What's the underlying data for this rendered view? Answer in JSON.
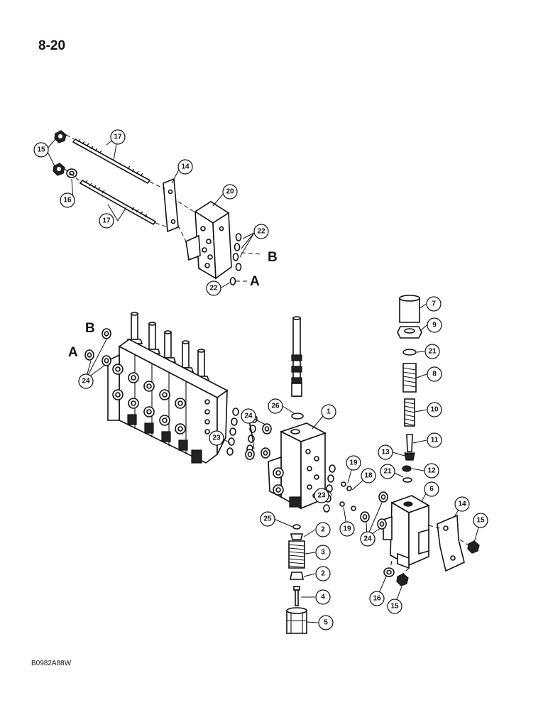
{
  "page_number": "8-20",
  "figure_code": "B0982A88W",
  "letters": {
    "a": "A",
    "b": "B"
  },
  "callouts": {
    "c1": "1",
    "c2a": "2",
    "c2b": "2",
    "c3": "3",
    "c4": "4",
    "c5": "5",
    "c6": "6",
    "c7": "7",
    "c8": "8",
    "c9": "9",
    "c10": "10",
    "c11": "11",
    "c12": "12",
    "c13": "13",
    "c14a": "14",
    "c14b": "14",
    "c15a": "15",
    "c15b": "15",
    "c15c": "15",
    "c16a": "16",
    "c16b": "16",
    "c17a": "17",
    "c17b": "17",
    "c18": "18",
    "c19a": "19",
    "c19b": "19",
    "c20": "20",
    "c21a": "21",
    "c21b": "21",
    "c22a": "22",
    "c22b": "22",
    "c23a": "23",
    "c23b": "23",
    "c24a": "24",
    "c24b": "24",
    "c24c": "24",
    "c25": "25",
    "c26": "26"
  }
}
